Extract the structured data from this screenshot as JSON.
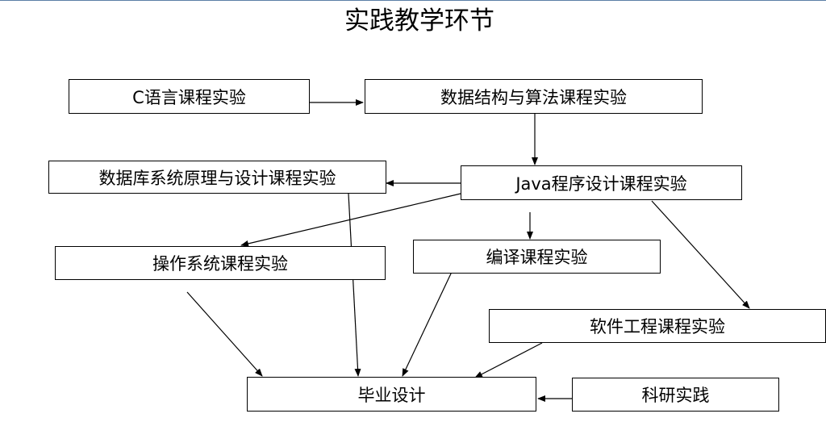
{
  "title": "实践教学环节",
  "nodes": {
    "c_lab": "C语言课程实验",
    "ds_lab": "数据结构与算法课程实验",
    "java_lab": "Java程序设计课程实验",
    "db_lab": "数据库系统原理与设计课程实验",
    "os_lab": "操作系统课程实验",
    "compiler_lab": "编译课程实验",
    "se_lab": "软件工程课程实验",
    "graduation": "毕业设计",
    "research": "科研实践"
  },
  "colors": {
    "stroke": "#000000",
    "top_line": "#5b7fa6"
  }
}
